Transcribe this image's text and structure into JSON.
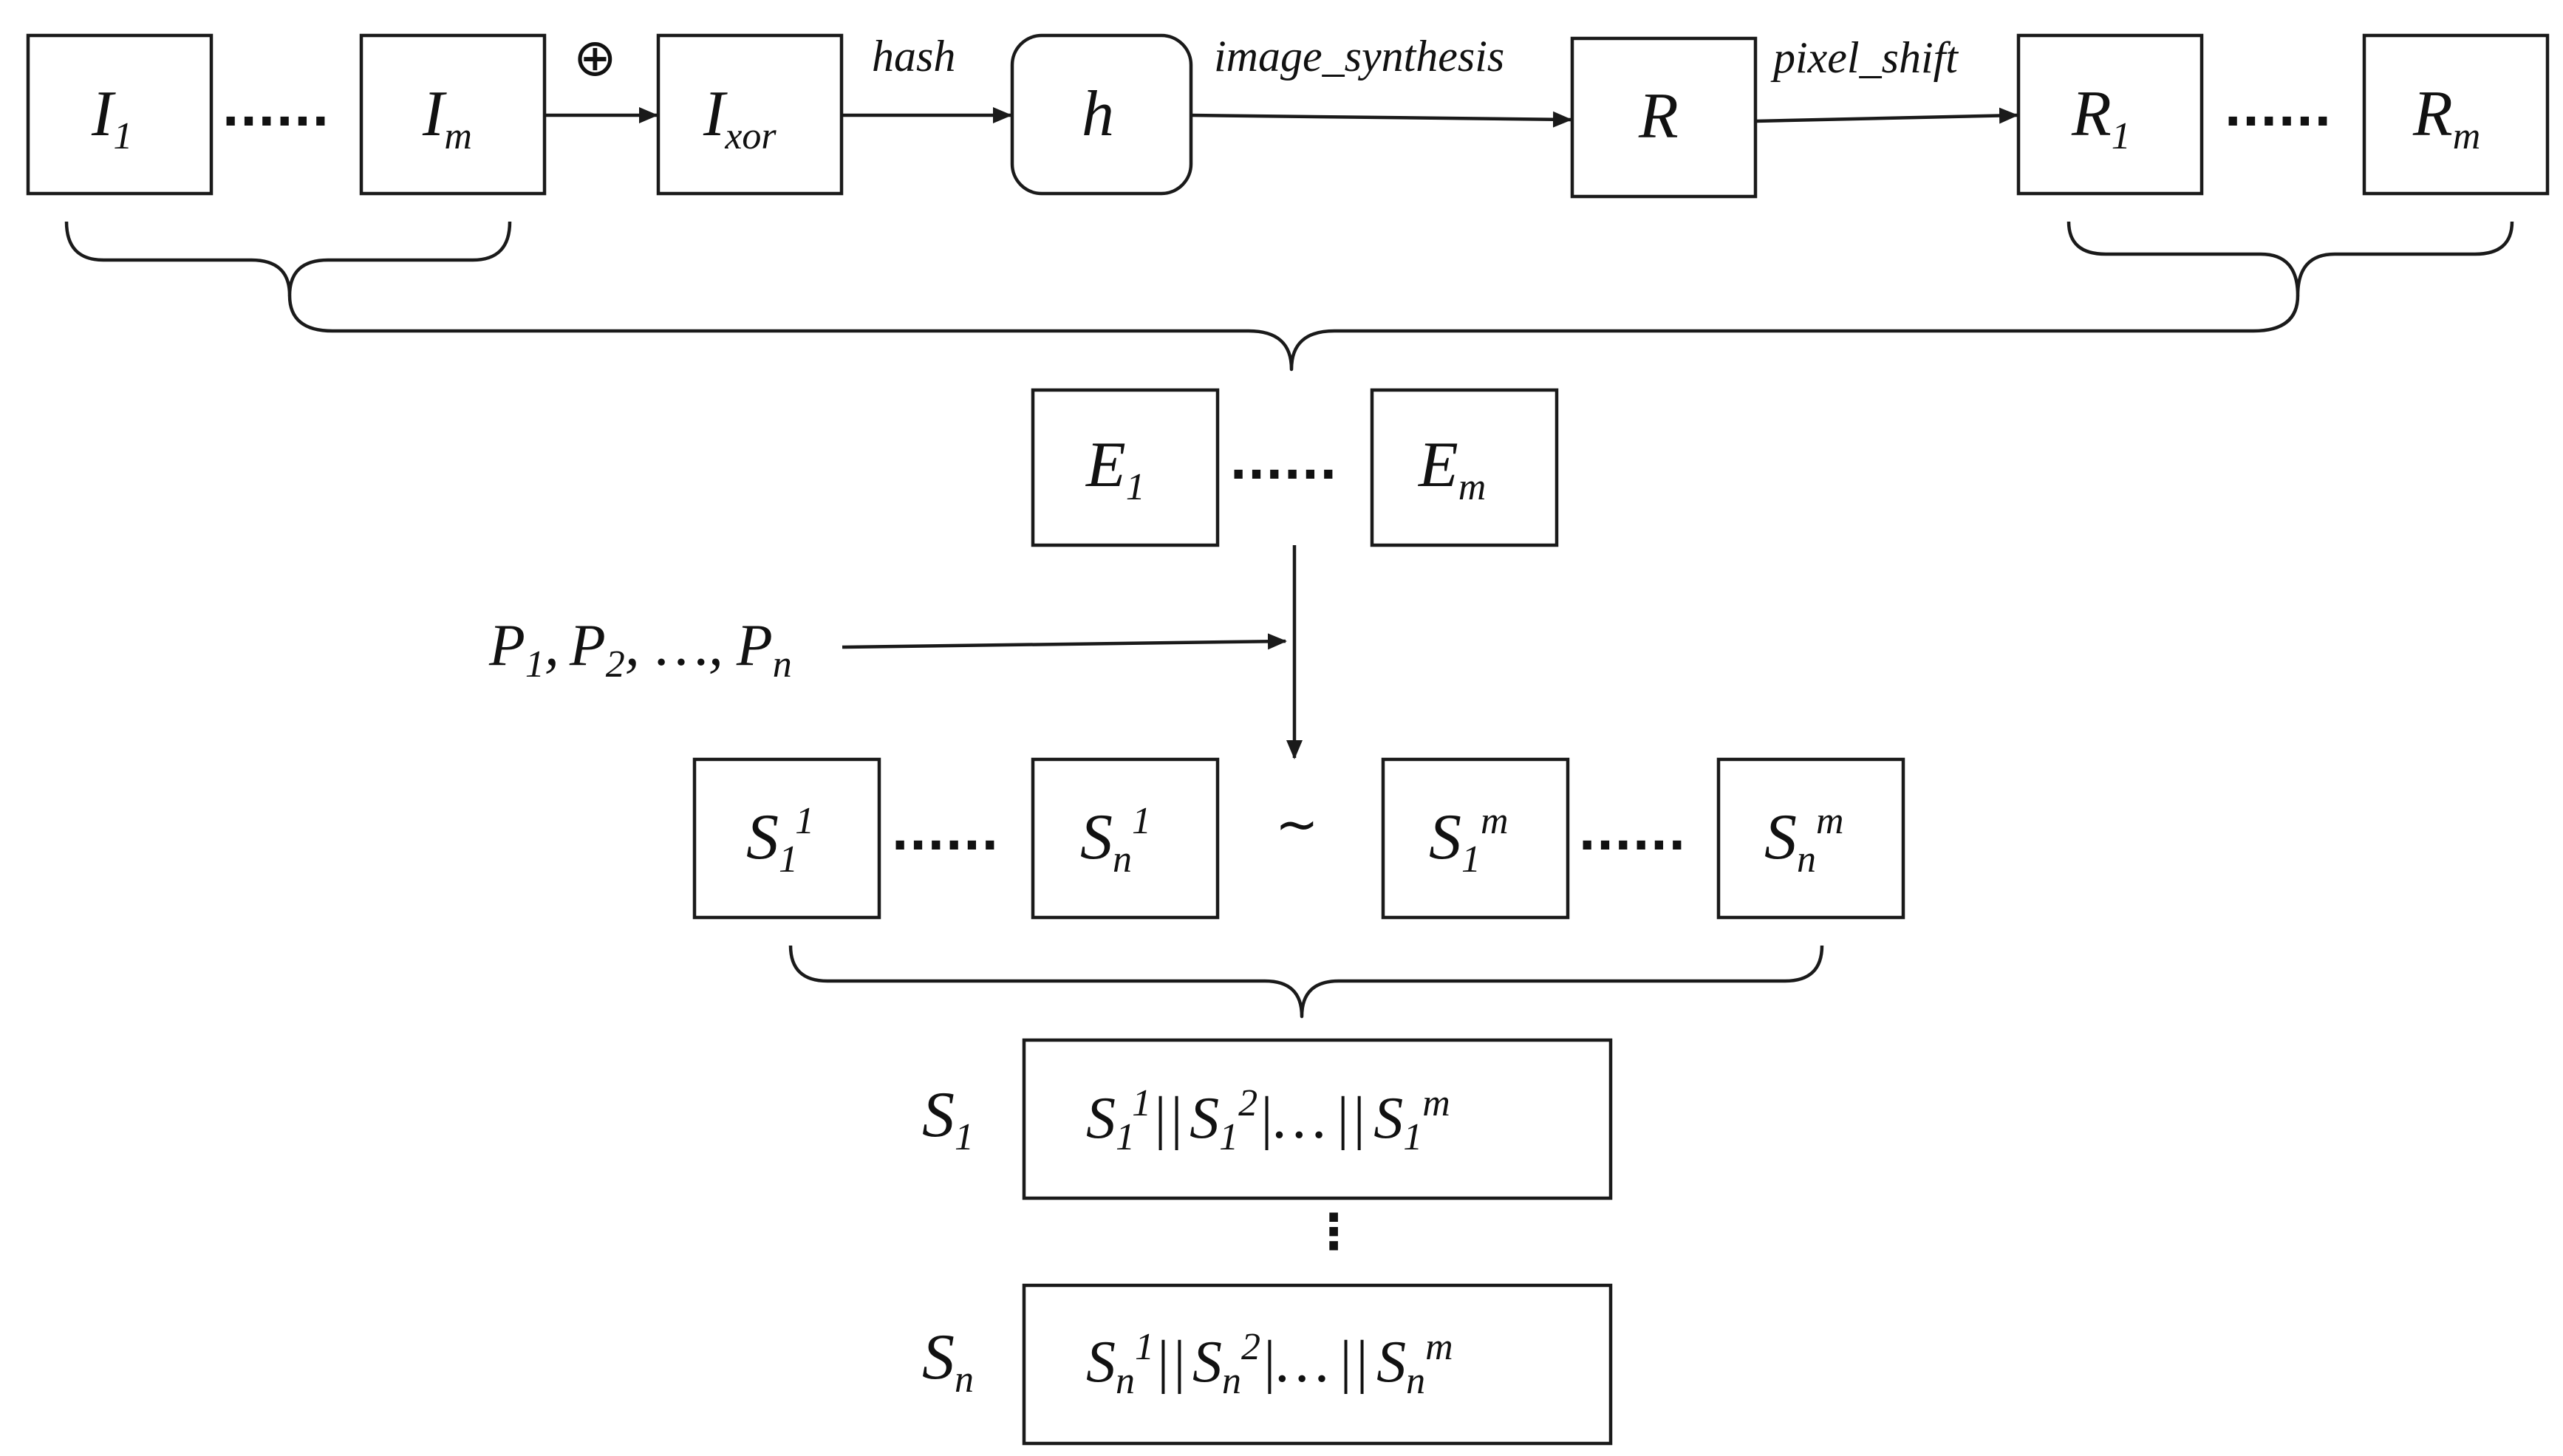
{
  "ellipsis": "......",
  "xor_symbol": "⊕",
  "tilde": "~",
  "vdots": "⋮",
  "row1": {
    "I1": {
      "base": "I",
      "sub": "1"
    },
    "Im": {
      "base": "I",
      "sub": "m"
    },
    "Ixor": {
      "base": "I",
      "sub": "xor"
    },
    "h": "h",
    "R": "R",
    "R1": {
      "base": "R",
      "sub": "1"
    },
    "Rm": {
      "base": "R",
      "sub": "m"
    },
    "hash_label": "hash",
    "synthesis_label": "image_synthesis",
    "shift_label": "pixel_shift"
  },
  "row2": {
    "E1": {
      "base": "E",
      "sub": "1"
    },
    "Em": {
      "base": "E",
      "sub": "m"
    }
  },
  "inputs": {
    "P1": {
      "base": "P",
      "sub": "1"
    },
    "P2": {
      "base": "P",
      "sub": "2"
    },
    "Pn": {
      "base": "P",
      "sub": "n"
    },
    "sep": ",",
    "mid": "…,"
  },
  "row3": {
    "S11": {
      "base": "S",
      "sub": "1",
      "sup": "1"
    },
    "Sn1": {
      "base": "S",
      "sub": "n",
      "sup": "1"
    },
    "S1m": {
      "base": "S",
      "sub": "1",
      "sup": "m"
    },
    "Snm": {
      "base": "S",
      "sub": "n",
      "sup": "m"
    }
  },
  "outputs": {
    "S1_label": {
      "base": "S",
      "sub": "1"
    },
    "Sn_label": {
      "base": "S",
      "sub": "n"
    },
    "concat_sep": "||",
    "concat_mid": "|…",
    "concat_sep2": "||",
    "S1_parts": [
      {
        "base": "S",
        "sub": "1",
        "sup": "1"
      },
      {
        "base": "S",
        "sub": "1",
        "sup": "2"
      },
      {
        "base": "S",
        "sub": "1",
        "sup": "m"
      }
    ],
    "Sn_parts": [
      {
        "base": "S",
        "sub": "n",
        "sup": "1"
      },
      {
        "base": "S",
        "sub": "n",
        "sup": "2"
      },
      {
        "base": "S",
        "sub": "n",
        "sup": "m"
      }
    ]
  }
}
